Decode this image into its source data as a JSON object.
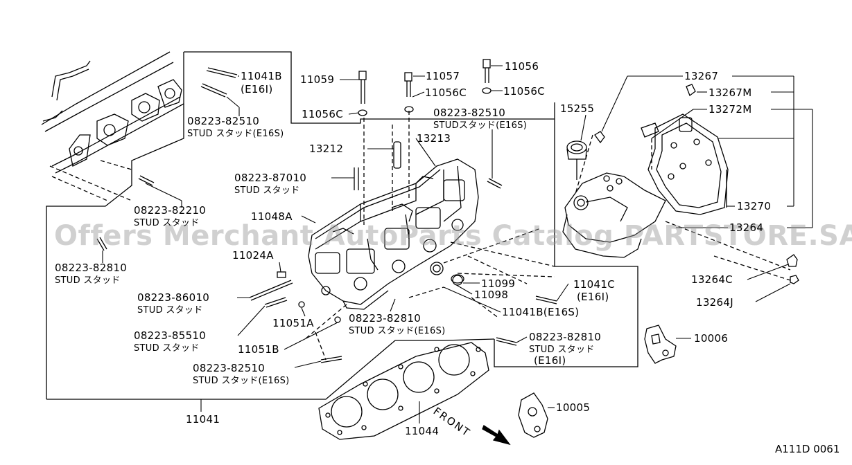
{
  "watermark": "Offers Merchant AutoParts Catalog PARTSTORE.SA",
  "diagram_ref": "A111D 0061",
  "front_label": "FRONT",
  "labels": {
    "p11041B": "11041B",
    "p11041B_v": "(E16I)",
    "p08223_82510_a": "08223-82510",
    "p08223_82510_a_v": "STUD スタッド(E16S)",
    "p11059": "11059",
    "p11057": "11057",
    "p11056": "11056",
    "p11056C_a": "11056C",
    "p11056C_b": "11056C",
    "p11056C_c": "11056C",
    "p08223_82510_b": "08223-82510",
    "p08223_82510_b_v": "STUDスタッド(E16S)",
    "p15255": "15255",
    "p13267": "13267",
    "p13267M": "13267M",
    "p13272M": "13272M",
    "p13212": "13212",
    "p13213": "13213",
    "p08223_87010": "08223-87010",
    "p08223_87010_v": "STUD スタッド",
    "p08223_82210": "08223-82210",
    "p08223_82210_v": "STUD スタッド",
    "p11048A": "11048A",
    "p13270": "13270",
    "p13264": "13264",
    "p08223_82810_a": "08223-82810",
    "p08223_82810_a_v": "STUD スタッド",
    "p11024A": "11024A",
    "p13264C": "13264C",
    "p13264J": "13264J",
    "p11099": "11099",
    "p11098": "11098",
    "p11041C": "11041C",
    "p11041C_v": "(E16I)",
    "p08223_86010": "08223-86010",
    "p08223_86010_v": "STUD スタッド",
    "p11041B_b": "11041B(E16S)",
    "p11051A": "11051A",
    "p08223_82810_b": "08223-82810",
    "p08223_82810_b_v": "STUD  スタッド(E16S)",
    "p08223_85510": "08223-85510",
    "p08223_85510_v": "STUD スタッド",
    "p08223_82810_c": "08223-82810",
    "p08223_82810_c_v": "STUD  スタッド",
    "p08223_82810_c_v2": "(E16I)",
    "p10006": "10006",
    "p11051B": "11051B",
    "p08223_82510_c": "08223-82510",
    "p08223_82510_c_v": "STUD スタッド(E16S)",
    "p10005": "10005",
    "p11041": "11041",
    "p11044": "11044"
  }
}
